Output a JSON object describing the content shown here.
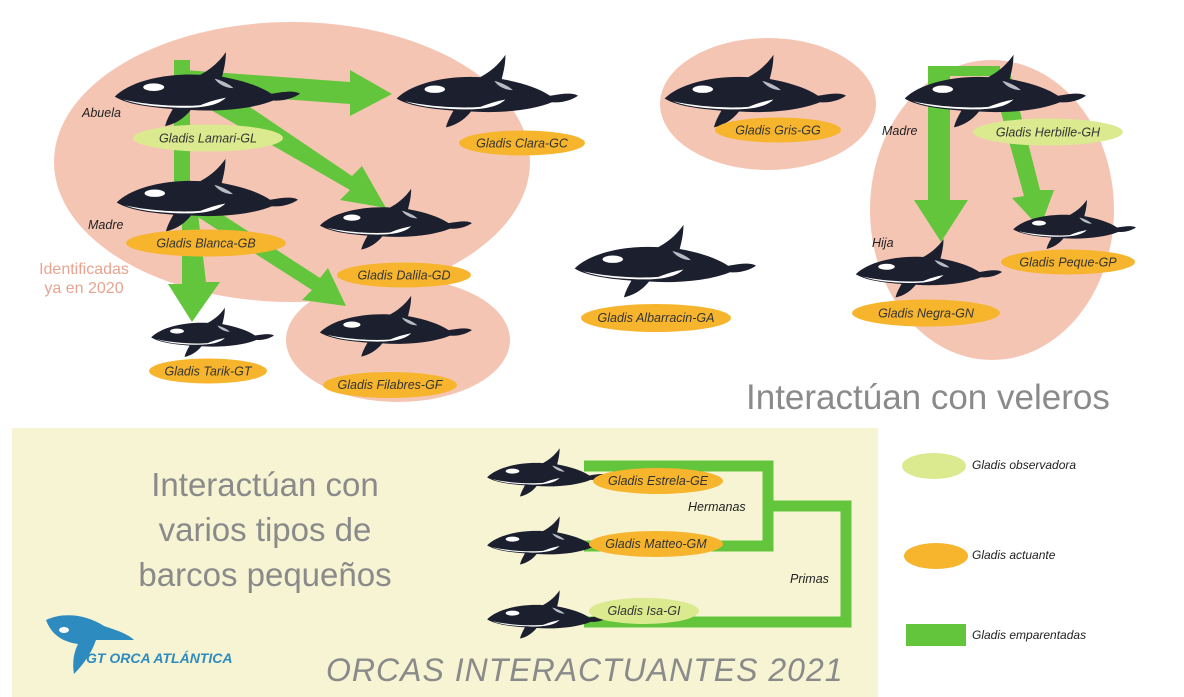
{
  "groups": {
    "identified_note_line1": "Identificadas",
    "identified_note_line2": "ya en 2020",
    "sailboats_title": "Interactúan con veleros",
    "small_boats_line1": "Interactúan con",
    "small_boats_line2": "varios tipos de",
    "small_boats_line3": "barcos pequeños"
  },
  "roles": {
    "abuela": "Abuela",
    "madre_left": "Madre",
    "madre_right": "Madre",
    "hija": "Hija",
    "hermanas": "Hermanas",
    "primas": "Primas"
  },
  "orcas": {
    "lamari": "Gladis  Lamari-GL",
    "clara": "Gladis Clara-GC",
    "blanca": "Gladis  Blanca-GB",
    "dalila": "Gladis Dalila-GD",
    "tarik": "Gladis Tarik-GT",
    "filabres": "Gladis Filabres-GF",
    "gris": "Gladis Gris-GG",
    "albarracin": "Gladis Albarracin-GA",
    "herbille": "Gladis Herbille-GH",
    "negra": "Gladis Negra-GN",
    "peque": "Gladis Peque-GP",
    "estrela": "Gladis Estrela-GE",
    "matteo": "Gladis Matteo-GM",
    "isa": "Gladis Isa-GI"
  },
  "legend": {
    "observer": "Gladis observadora",
    "actor": "Gladis actuante",
    "related": "Gladis emparentadas"
  },
  "logo_text": "GT ORCA ATLÁNTICA",
  "footer_title": "ORCAS INTERACTUANTES 2021",
  "colors": {
    "group_fill": "#f5c5b4",
    "actor": "#f6b52c",
    "observer": "#dbe98f",
    "related_green": "#62c53c",
    "bottom_panel": "#f6f4d3",
    "logo_blue": "#2e8bc0",
    "muted_text": "#8a8a8a",
    "note_text": "#e7a48e"
  }
}
